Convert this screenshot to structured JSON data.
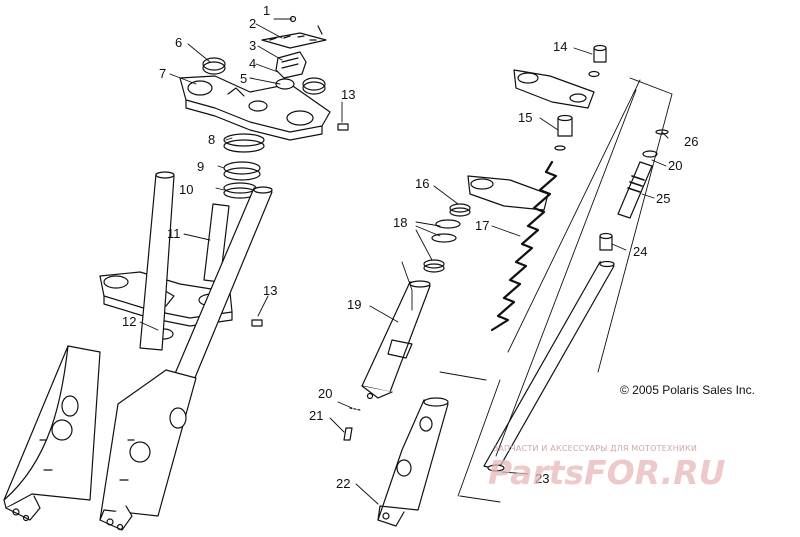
{
  "copyright": "© 2005 Polaris Sales Inc.",
  "watermark": {
    "tagline": "ЗАПЧАСТИ И АКСЕССУАРЫ ДЛЯ МОТОТЕХНИКИ",
    "logo": "PartsFOR.RU"
  },
  "callouts": {
    "c1": "1",
    "c2": "2",
    "c3": "3",
    "c4": "4",
    "c5": "5",
    "c6": "6",
    "c7": "7",
    "c8": "8",
    "c9": "9",
    "c10": "10",
    "c11": "11",
    "c12": "12",
    "c13a": "13",
    "c13b": "13",
    "c14": "14",
    "c15": "15",
    "c16": "16",
    "c17": "17",
    "c18": "18",
    "c19": "19",
    "c20a": "20",
    "c20b": "20",
    "c21": "21",
    "c22": "22",
    "c23": "23",
    "c24": "24",
    "c25": "25",
    "c26": "26"
  },
  "colors": {
    "line": "#111111",
    "shade": "#7a7a7a",
    "watermark": "#e8b7b7"
  }
}
